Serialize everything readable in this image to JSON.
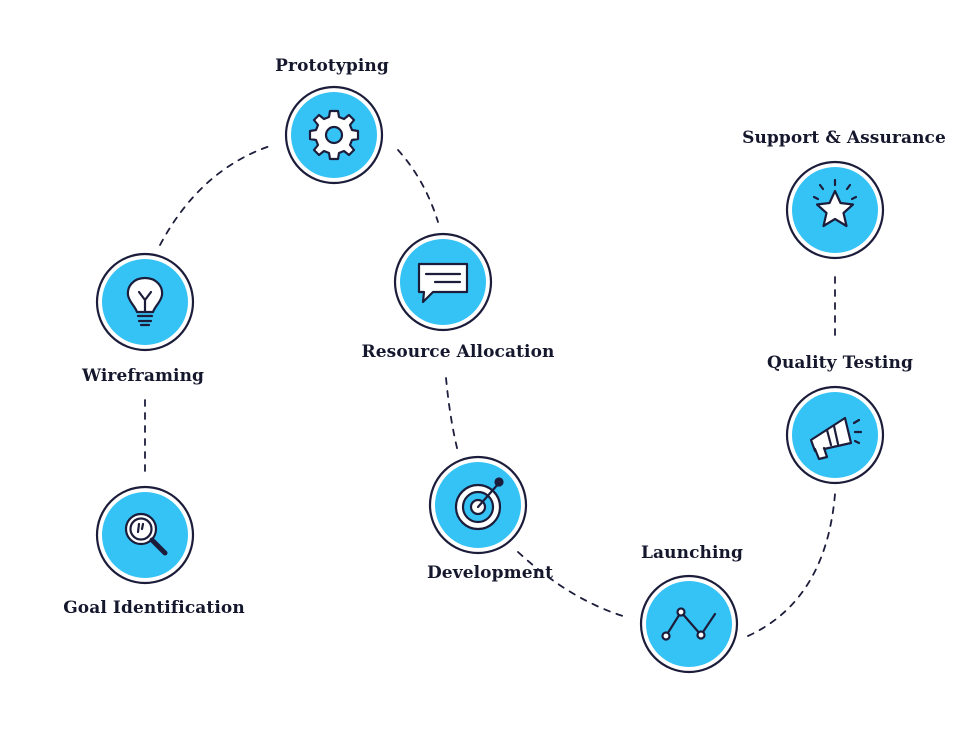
{
  "diagram": {
    "colors": {
      "fill": "#35c3f6",
      "ring": "#1c1d3b",
      "connector": "#1c1d3b",
      "label": "#15172d",
      "icon_stroke": "#1c1d3b",
      "icon_fill": "#ffffff"
    },
    "steps": [
      {
        "id": "goal",
        "label": "Goal Identification",
        "icon": "magnifier-icon"
      },
      {
        "id": "wireframe",
        "label": "Wireframing",
        "icon": "lightbulb-icon"
      },
      {
        "id": "prototype",
        "label": "Prototyping",
        "icon": "gear-icon"
      },
      {
        "id": "resource",
        "label": "Resource Allocation",
        "icon": "chat-bubble-icon"
      },
      {
        "id": "development",
        "label": "Development",
        "icon": "target-icon"
      },
      {
        "id": "launch",
        "label": "Launching",
        "icon": "line-graph-icon"
      },
      {
        "id": "quality",
        "label": "Quality Testing",
        "icon": "megaphone-icon"
      },
      {
        "id": "support",
        "label": "Support & Assurance",
        "icon": "star-icon"
      }
    ]
  }
}
